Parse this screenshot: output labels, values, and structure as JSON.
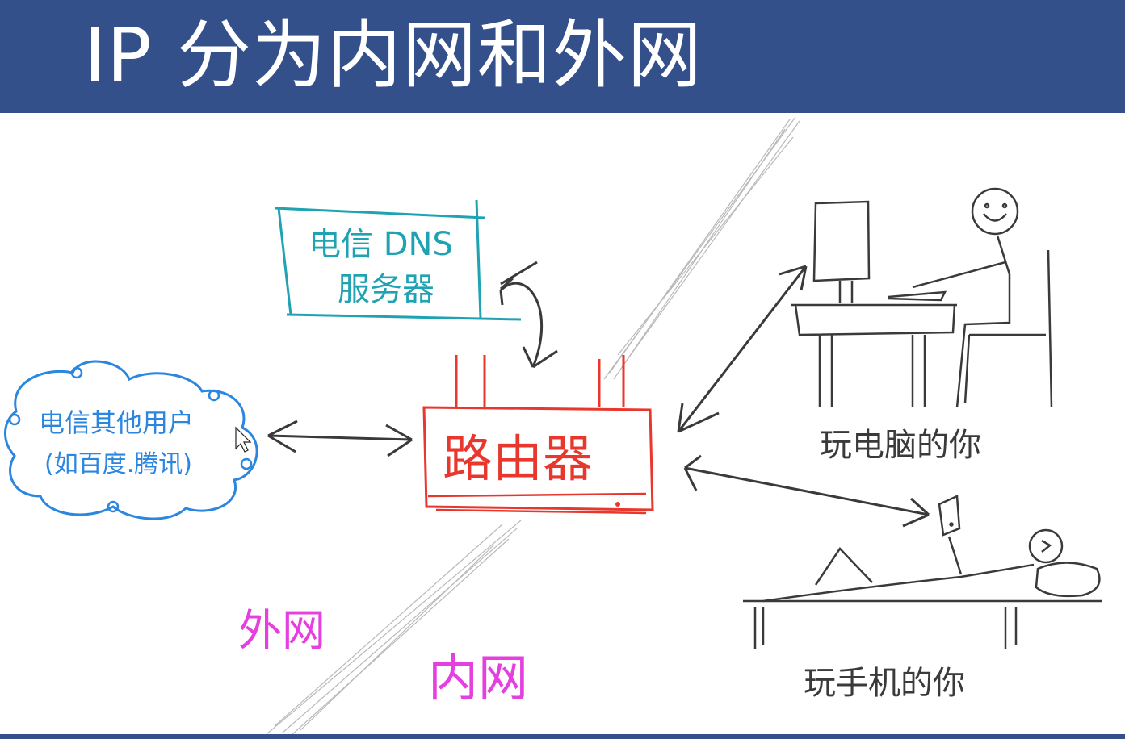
{
  "slide": {
    "title": "IP 分为内网和外网"
  },
  "diagram": {
    "dns_server": {
      "line1": "电信 DNS",
      "line2": "服务器"
    },
    "cloud": {
      "line1": "电信其他用户",
      "line2": "(如百度.腾讯)"
    },
    "router": {
      "label": "路由器"
    },
    "pc_user": {
      "label": "玩电脑的你"
    },
    "phone_user": {
      "label": "玩手机的你"
    },
    "outer_net": {
      "label": "外网"
    },
    "inner_net": {
      "label": "内网"
    }
  },
  "colors": {
    "title_bar": "#34508a",
    "dns": "#1fa3b3",
    "cloud": "#2b86e0",
    "router": "#e8372c",
    "zone": "#e53fe0",
    "ink": "#3a3a3a"
  }
}
